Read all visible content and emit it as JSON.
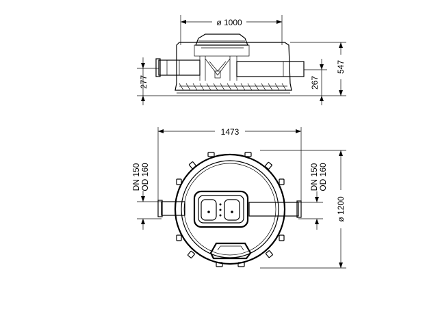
{
  "drawing": {
    "side_view": {
      "diameter_top": "ø 1000",
      "height_total": "547",
      "inlet_height": "277",
      "outlet_height": "267"
    },
    "top_view": {
      "overall_width": "1473",
      "diameter_body": "ø 1200",
      "inlet_pipe": {
        "dn": "DN 150",
        "od": "OD 160"
      },
      "outlet_pipe": {
        "dn": "DN 150",
        "od": "OD 160"
      }
    }
  }
}
